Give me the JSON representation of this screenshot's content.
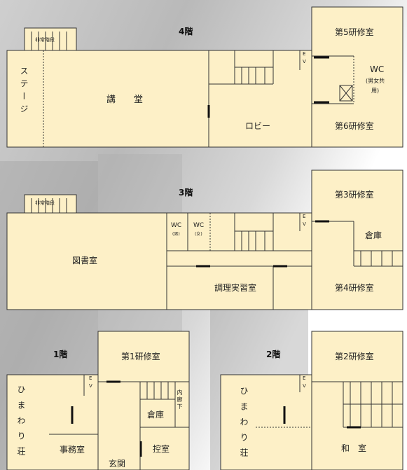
{
  "colors": {
    "room_fill": "#fdf0c7",
    "wall": "#111111",
    "background": "#c8c8c8"
  },
  "floor4": {
    "title": "4階",
    "emergency_stairs": "非常階段",
    "stage": "ステージ",
    "lecture_hall": "講　　堂",
    "lobby": "ロビー",
    "ev_e": "E",
    "ev_v": "V",
    "room5": "第5研修室",
    "room6": "第6研修室",
    "wc": "WC",
    "wc_note1": "(男女共",
    "wc_note2": "用)"
  },
  "floor3": {
    "title": "3階",
    "emergency_stairs": "非常階段",
    "library": "図書室",
    "wc_men": "WC",
    "wc_men_note": "(男)",
    "wc_women": "WC",
    "wc_women_note": "(女)",
    "cooking_room": "調理実習室",
    "ev_e": "E",
    "ev_v": "V",
    "room3": "第3研修室",
    "storage": "倉庫",
    "room4": "第4研修室"
  },
  "floor1": {
    "title": "1階",
    "himawari": "ひまわり荘",
    "office": "事務室",
    "entrance": "玄関",
    "room1": "第1研修室",
    "ev_e": "E",
    "ev_v": "V",
    "storage": "倉庫",
    "corridor": "内廊下",
    "waiting": "控室"
  },
  "floor2": {
    "title": "2階",
    "himawari": "ひまわり荘",
    "ev_e": "E",
    "ev_v": "V",
    "room2": "第2研修室",
    "japanese_room": "和　室"
  }
}
